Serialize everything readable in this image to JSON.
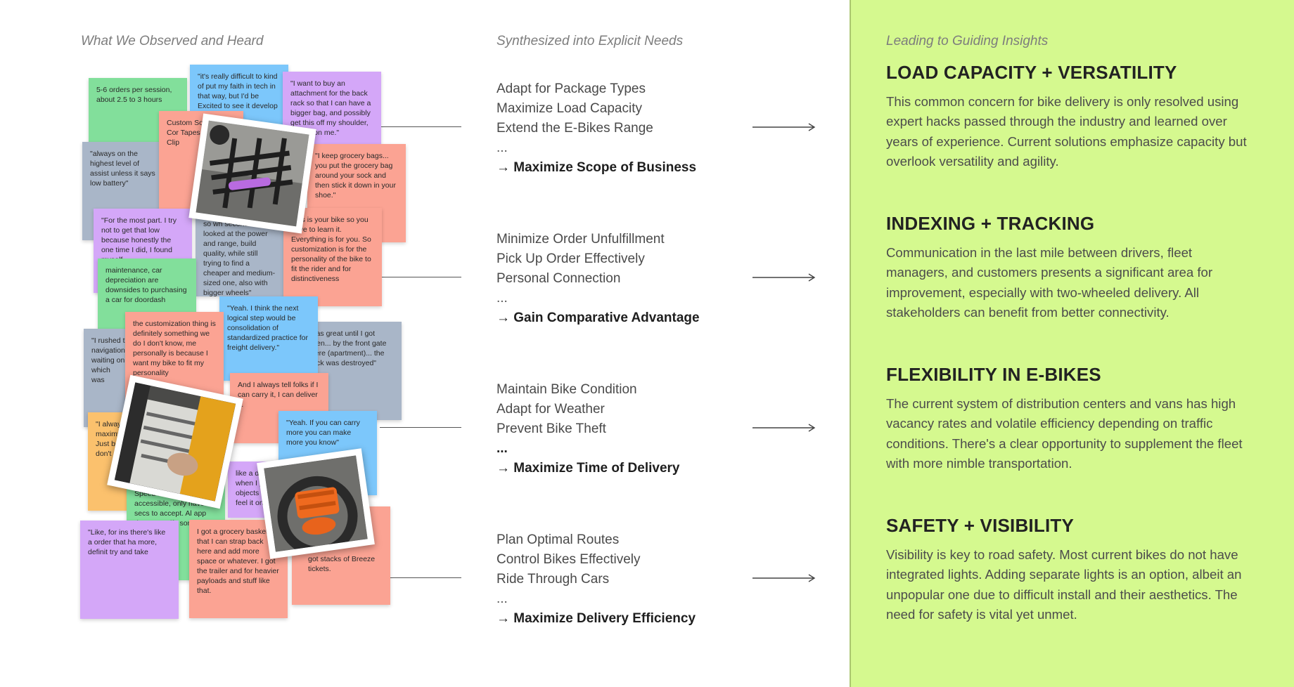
{
  "columns": {
    "observed": "What We Observed and Heard",
    "needs": "Synthesized into Explicit Needs",
    "insights": "Leading to Guiding Insights"
  },
  "sticky_notes": {
    "n1": "5-6 orders per session, about 2.5 to 3 hours",
    "n2": "\"it's really difficult to kind of put my faith in tech in that way, but I'd be Excited to see it develop could",
    "n3": "\"I want to buy an attachment for the back rack so that I can have a bigger bag, and possibly get this off my shoulder, weight on me.\"",
    "n4": "Custom Soft Bungee Cor Tapes Binder Clip",
    "n5": "\"always on the highest level of assist unless it says low battery\"",
    "n6": "\"I keep grocery bags... you put the grocery bag around your sock and then stick it down in your shoe.\"",
    "n7": "\"For the most part. I try not to get that low because honestly the one time I did, I found myself",
    "n8": "so wh second ebike, I looked at the power and range, build quality, while still trying to find a cheaper and medium-sized one, also with bigger wheels\"",
    "n9": "This is your bike so you have to learn it. Everything is for you. So customization is for the personality of the bike to fit the rider and for distinctiveness",
    "n10": "maintenance, car depreciation are downsides to purchasing a car for doordash",
    "n11": "\"Yeah. I think the next logical step would be consolidation of standardized practice for freight delivery.\"",
    "n12": "was great until I got blen... by the front gate here (apartment)... the lock was destroyed\"",
    "n13": "\"I rushed t navigation waiting on which was",
    "n14": "the customization thing is definitely something we do I don't know, me personally is because I want my bike to fit my personality",
    "n15": "And I always tell folks if I can carry it, I can deliver it.",
    "n16": "\"Yeah. If you can carry more you can make more you know\"",
    "n17": "\"I always maximu Just be don't r",
    "n18": "like a do when I p objects in feel it on",
    "n19": "Speed huge, need phone accessible, only have 30 secs to accept. Al app doesn't notify sometimes",
    "n20": "\"Like, for ins there's like a order that ha more, definit try and take",
    "n21": "I got a grocery basket that I can strap back here and add more space or whatever. I got the trailer and for heavier payloads and stuff like that.",
    "n22": "got stacks of Breeze tickets."
  },
  "needs": [
    {
      "items": [
        "Adapt for Package Types",
        "Maximize Load Capacity",
        "Extend the E-Bikes Range"
      ],
      "ellipsis": "...",
      "result": "→ Maximize Scope of Business"
    },
    {
      "items": [
        "Minimize Order Unfulfillment",
        "Pick Up Order Effectively",
        "Personal Connection"
      ],
      "ellipsis": "...",
      "result": "→ Gain Comparative Advantage"
    },
    {
      "items": [
        "Maintain Bike Condition",
        "Adapt for Weather",
        "Prevent Bike Theft"
      ],
      "ellipsis": "...",
      "result": "→ Maximize Time of Delivery"
    },
    {
      "items": [
        "Plan Optimal Routes",
        "Control Bikes Effectively",
        "Ride Through Cars"
      ],
      "ellipsis": "...",
      "result": "→ Maximize Delivery Efficiency"
    }
  ],
  "insights": [
    {
      "title": "LOAD CAPACITY + VERSATILITY",
      "body": "This common concern for bike delivery is only resolved using expert hacks passed through the industry and learned over years of experience. Current solutions emphasize capacity but overlook versatility and agility."
    },
    {
      "title": "INDEXING + TRACKING",
      "body": "Communication in the last mile between drivers, fleet managers, and customers presents a significant area for improvement, especially with two-wheeled delivery. All stakeholders can benefit from better connectivity."
    },
    {
      "title": "FLEXIBILITY IN E-BIKES",
      "body": "The current system of distribution centers and vans has high vacancy rates and volatile efficiency depending on traffic conditions. There's a clear opportunity to supplement the fleet with more nimble transportation."
    },
    {
      "title": "SAFETY + VISIBILITY",
      "body": "Visibility is key to road safety. Most current bikes do not have integrated lights. Adding separate lights is an option, albeit an unpopular one due to difficult install and their aesthetics. The need for safety is vital yet unmet."
    }
  ]
}
